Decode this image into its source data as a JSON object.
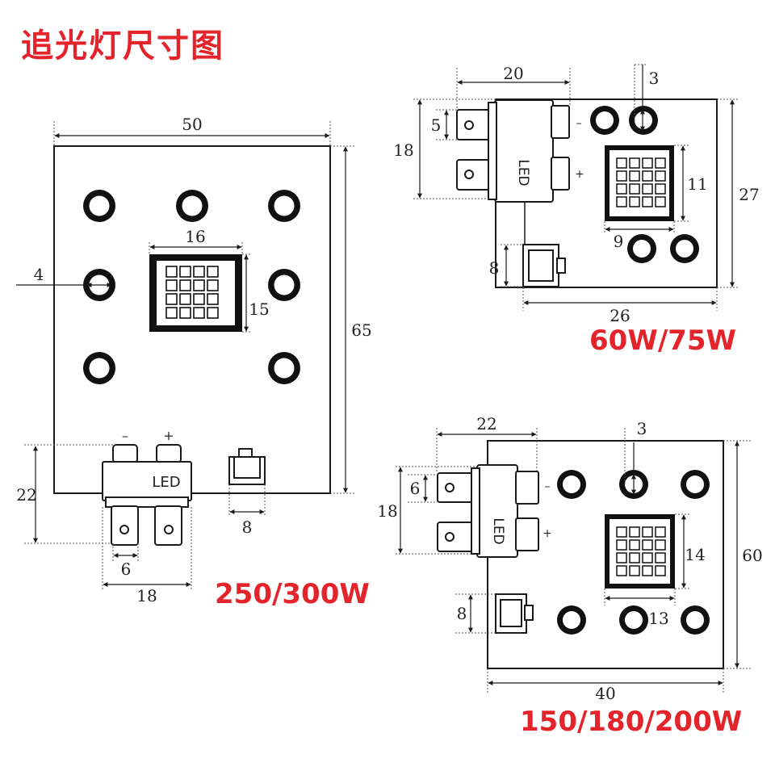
{
  "title": "追光灯尺寸图",
  "colors": {
    "accent": "#e4242b",
    "line": "#1a1a1a"
  },
  "boards": {
    "b250": {
      "model": "250/300W",
      "dims": {
        "width": "50",
        "height": "65",
        "chip_w": "16",
        "chip_h": "15",
        "hole": "4",
        "terminal_h": "22",
        "terminal_gap": "6",
        "terminal_span": "18",
        "connector": "8"
      },
      "connector_label": "LED",
      "minus": "–",
      "plus": "+"
    },
    "b60": {
      "model": "60W/75W",
      "dims": {
        "terminal_len": "20",
        "hole": "3",
        "terminal_h": "5",
        "terminal_span": "18",
        "chip_h": "11",
        "chip_w": "9",
        "height": "27",
        "connector": "8",
        "width": "26"
      },
      "connector_label": "LED",
      "minus": "–",
      "plus": "+"
    },
    "b150": {
      "model": "150/180/200W",
      "dims": {
        "terminal_len": "22",
        "hole": "3",
        "terminal_h": "6",
        "terminal_span": "18",
        "chip_h": "14",
        "chip_w": "13",
        "height": "60",
        "connector": "8",
        "width": "40"
      },
      "connector_label": "LED",
      "minus": "–",
      "plus": "+"
    }
  }
}
